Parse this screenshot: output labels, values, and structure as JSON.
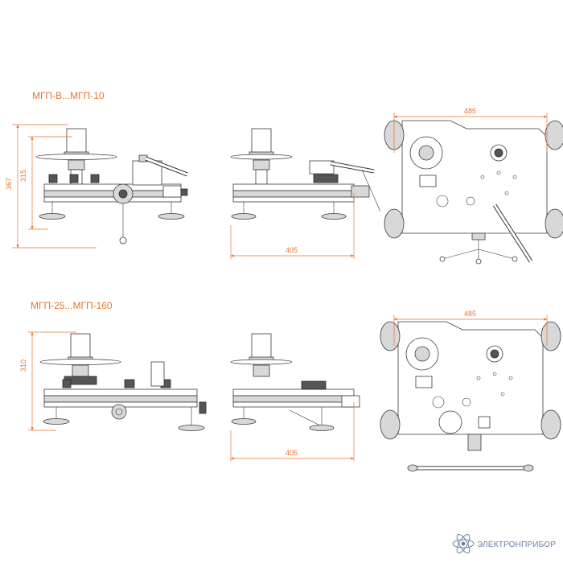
{
  "colors": {
    "accent": "#e8742e",
    "line": "#3a3a3a",
    "logo": "#6a7fa0"
  },
  "section_a": {
    "title": "МГП-В...МГП-10",
    "dims": {
      "height_total": "367",
      "height_upper": "315",
      "width_side": "405",
      "width_top": "485"
    }
  },
  "section_b": {
    "title": "МГП-25...МГП-160",
    "dims": {
      "height_total": "310",
      "width_side": "405",
      "width_top": "485"
    }
  },
  "brand": {
    "name": "ЭЛЕКТРОНПРИБОР",
    "logo_icon": "atom-icon"
  }
}
